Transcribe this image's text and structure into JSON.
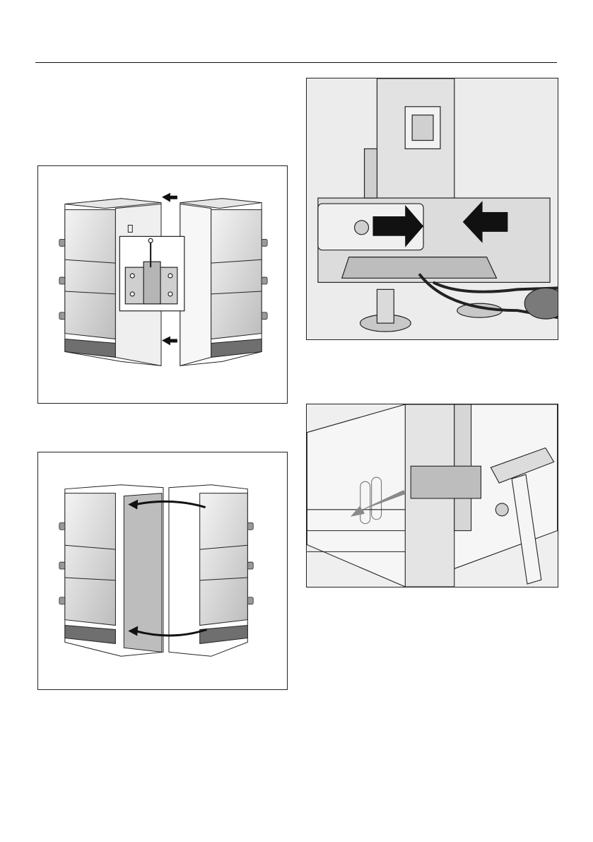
{
  "page": {
    "figures": [
      {
        "id": "fig-a",
        "subject": "two-appliances-hinge-pin"
      },
      {
        "id": "fig-b",
        "subject": "two-appliances-door-swap"
      },
      {
        "id": "fig-c",
        "subject": "foot-bracket-pliers"
      },
      {
        "id": "fig-d",
        "subject": "hammer-side-panel"
      }
    ]
  },
  "colors": {
    "line": "#222222",
    "panel": "#d8d8d8",
    "base": "#6f6f6f",
    "arrow": "#111111"
  }
}
